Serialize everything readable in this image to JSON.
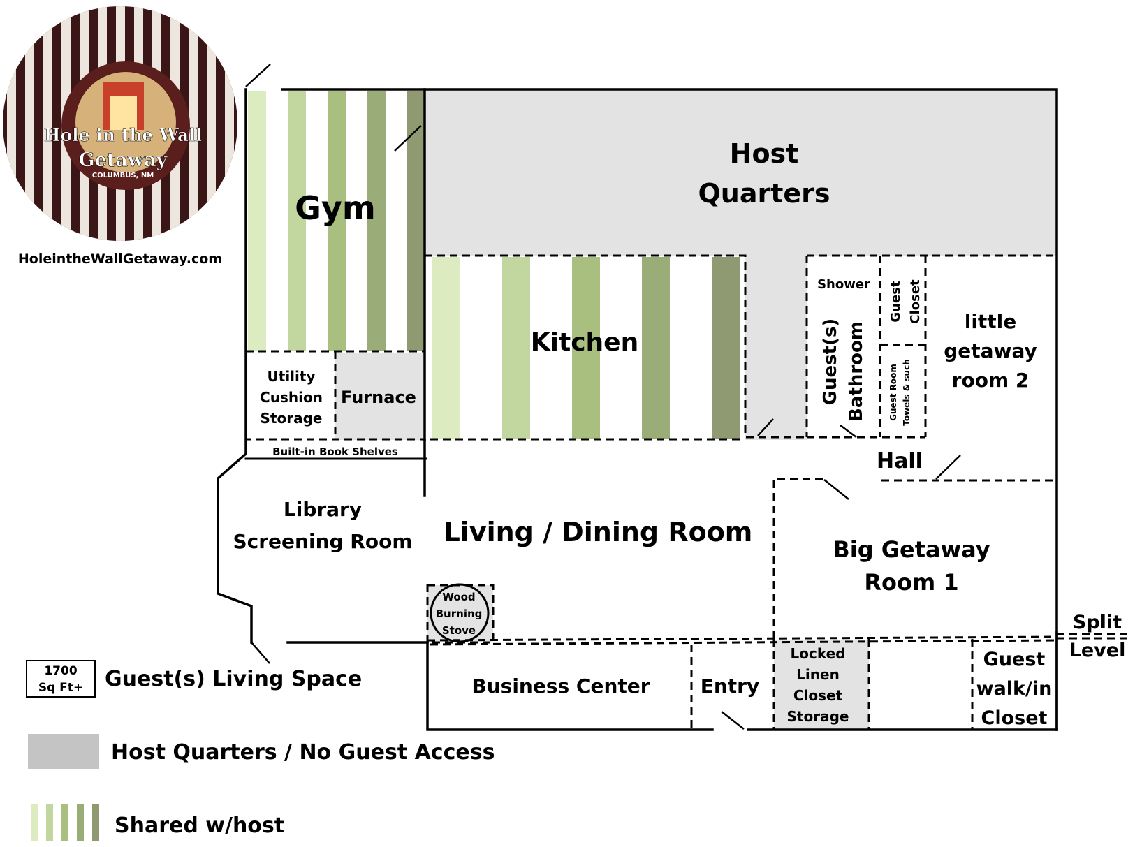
{
  "logo": {
    "line1": "Hole in the Wall",
    "line2": "Getaway",
    "line3": "COLUMBUS, NM"
  },
  "website": "HoleintheWallGetaway.com",
  "rooms": {
    "gym": "Gym",
    "host_quarters": [
      "Host",
      "Quarters"
    ],
    "kitchen": "Kitchen",
    "utility": [
      "Utility",
      "Cushion",
      "Storage"
    ],
    "furnace": "Furnace",
    "bookshelves": "Built-in Book Shelves",
    "library": [
      "Library",
      "Screening Room"
    ],
    "living": "Living / Dining Room",
    "stove": [
      "Wood",
      "Burning",
      "Stove"
    ],
    "shower": "Shower",
    "guest_closet": [
      "Guest",
      "Closet"
    ],
    "bathroom": [
      "Guest(s)",
      "Bathroom"
    ],
    "towels": [
      "Guest Room",
      "Towels & such"
    ],
    "little_room": [
      "little",
      "getaway",
      "room 2"
    ],
    "hall": "Hall",
    "big_room": [
      "Big Getaway",
      "Room 1"
    ],
    "split_level": [
      "Split",
      "Level"
    ],
    "business": "Business Center",
    "entry": "Entry",
    "linen": [
      "Locked",
      "Linen",
      "Closet",
      "Storage"
    ],
    "walkin": [
      "Guest",
      "walk/in",
      "Closet"
    ]
  },
  "legend": {
    "area_box": [
      "1700",
      "Sq Ft+"
    ],
    "guest_space": "Guest(s) Living Space",
    "host_only": "Host Quarters / No Guest Access",
    "shared": "Shared w/host"
  },
  "colors": {
    "host_gray": "#e3e3e3",
    "legend_gray": "#c4c4c4",
    "stripes": [
      "#dcebc0",
      "#c2d6a0",
      "#a8bf80",
      "#9aac78",
      "#8f9a72"
    ]
  }
}
